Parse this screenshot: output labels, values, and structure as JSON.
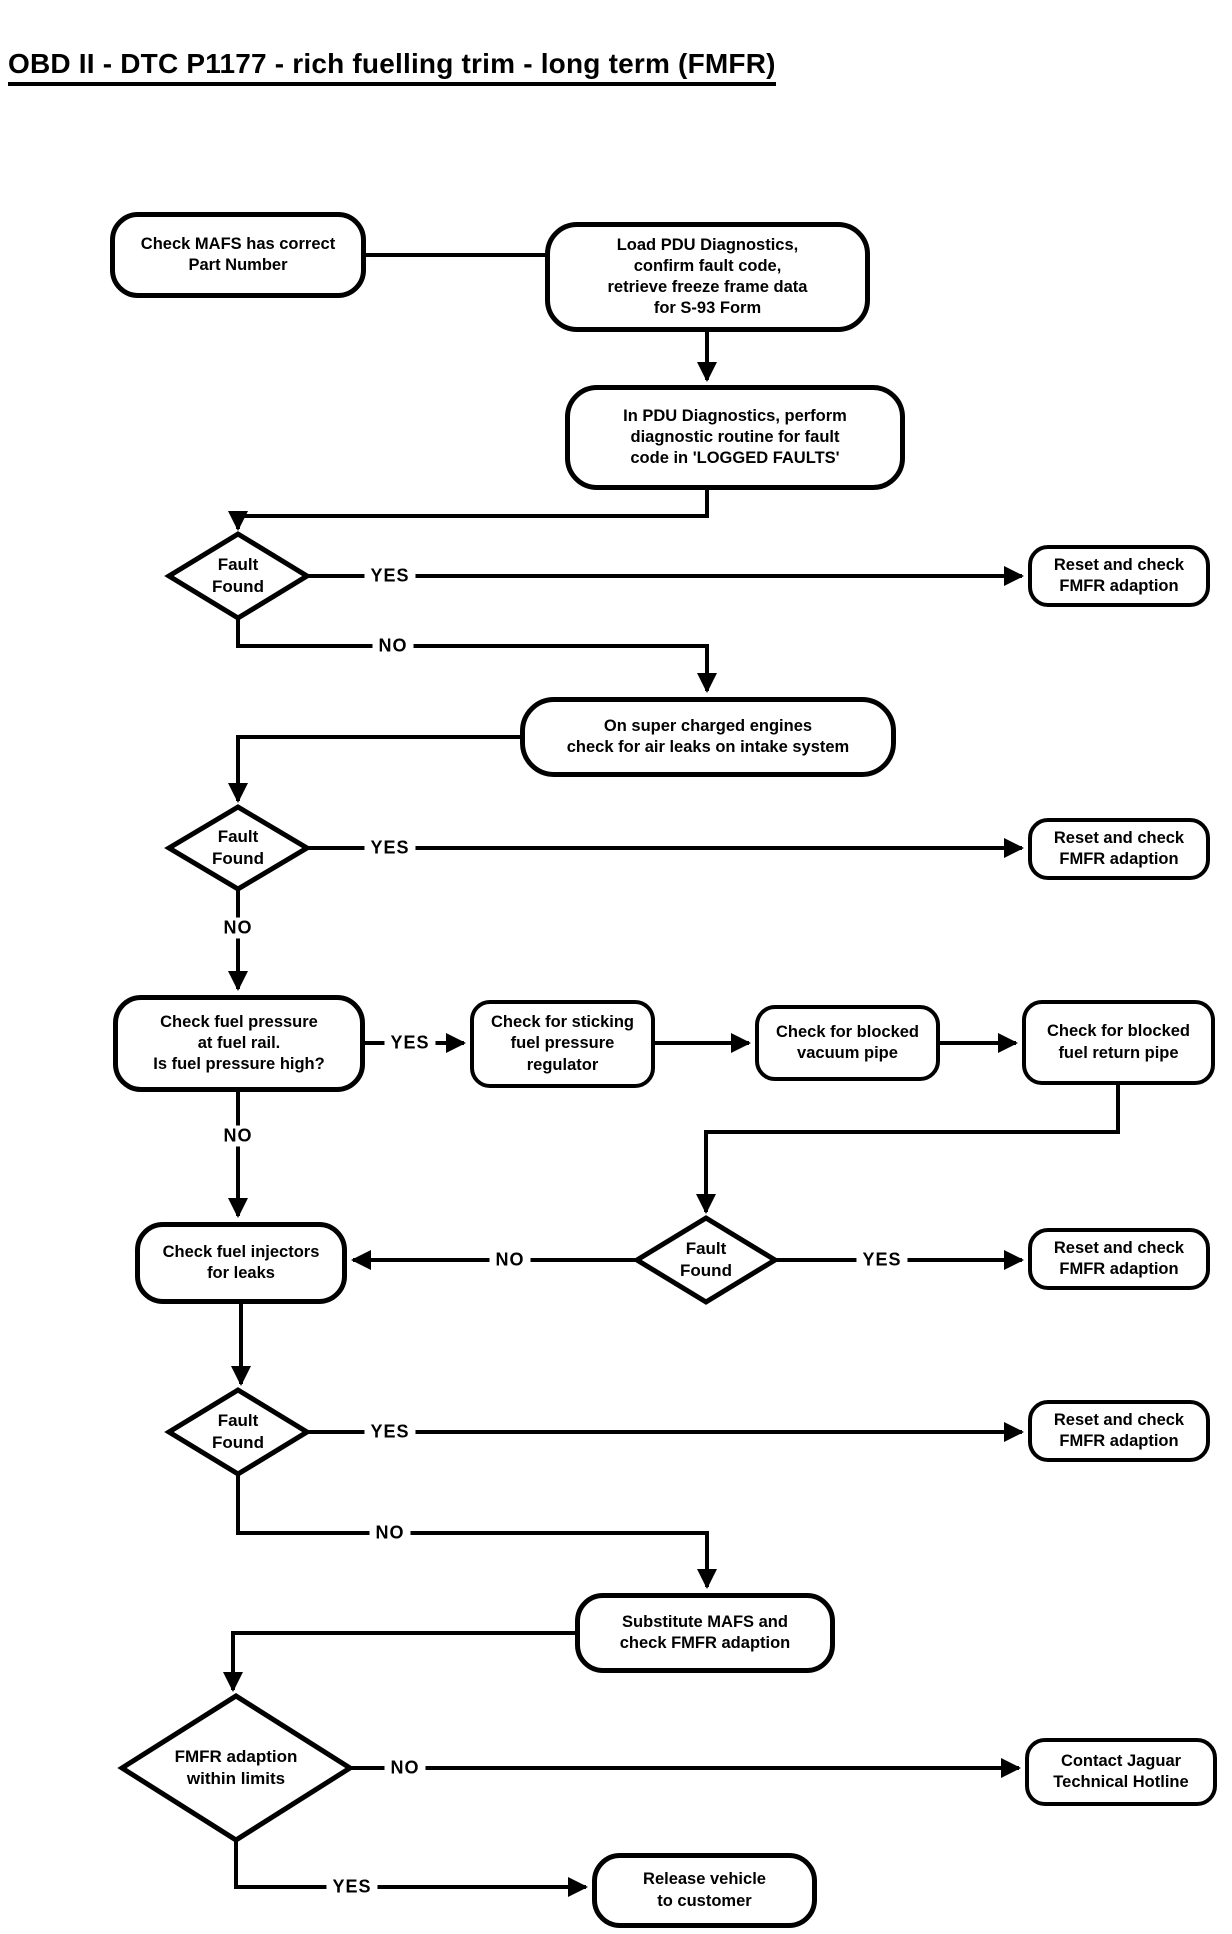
{
  "page": {
    "title": "OBD II - DTC P1177 - rich fuelling trim - long term (FMFR)"
  },
  "colors": {
    "ink": "#000000",
    "paper": "#ffffff"
  },
  "flowchart": {
    "nodes": {
      "check_mafs": {
        "label": "Check MAFS has correct\nPart Number"
      },
      "load_pdu": {
        "label": "Load PDU Diagnostics,\nconfirm fault code,\nretrieve freeze frame data\nfor S-93 Form"
      },
      "pdu_routine": {
        "label": "In PDU Diagnostics, perform\ndiagnostic routine for fault\ncode in 'LOGGED FAULTS'"
      },
      "fault_found_1": {
        "label": "Fault\nFound"
      },
      "reset_1": {
        "label": "Reset and check\nFMFR adaption"
      },
      "supercharged": {
        "label": "On super charged engines\ncheck for air leaks on intake system"
      },
      "fault_found_2": {
        "label": "Fault\nFound"
      },
      "reset_2": {
        "label": "Reset and check\nFMFR adaption"
      },
      "fuel_pressure": {
        "label": "Check fuel pressure\nat fuel rail.\nIs fuel pressure high?"
      },
      "sticking_regulator": {
        "label": "Check for sticking\nfuel pressure\nregulator"
      },
      "blocked_vacuum": {
        "label": "Check for blocked\nvacuum pipe"
      },
      "blocked_return": {
        "label": "Check for blocked\nfuel return pipe"
      },
      "fault_found_3": {
        "label": "Fault\nFound"
      },
      "reset_3": {
        "label": "Reset and check\nFMFR adaption"
      },
      "fuel_injectors": {
        "label": "Check fuel injectors\nfor leaks"
      },
      "fault_found_4": {
        "label": "Fault\nFound"
      },
      "reset_4": {
        "label": "Reset and check\nFMFR adaption"
      },
      "substitute_mafs": {
        "label": "Substitute MAFS and\ncheck FMFR adaption"
      },
      "fmfr_limits": {
        "label": "FMFR adaption\nwithin limits"
      },
      "contact_jaguar": {
        "label": "Contact Jaguar\nTechnical Hotline"
      },
      "release_vehicle": {
        "label": "Release vehicle\nto customer"
      }
    },
    "edges": {
      "d1_yes": "YES",
      "d1_no": "NO",
      "d2_yes": "YES",
      "d2_no": "NO",
      "e_yes": "YES",
      "e_no": "NO",
      "d3_no": "NO",
      "d3_yes": "YES",
      "d4_yes": "YES",
      "d4_no": "NO",
      "d5_no": "NO",
      "d5_yes": "YES"
    }
  }
}
